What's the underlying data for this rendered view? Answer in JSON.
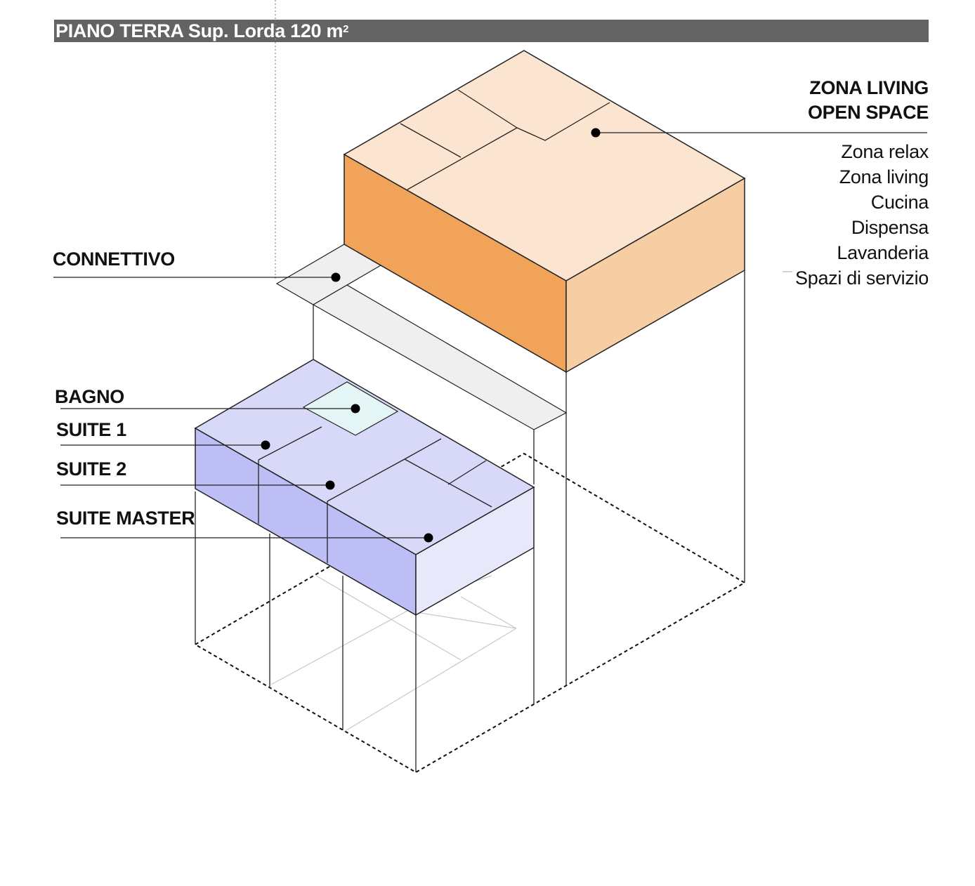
{
  "header": {
    "title": "PIANO TERRA Sup. Lorda 120 m",
    "superscript": "2",
    "color": "#636363"
  },
  "labels": {
    "zona_living_line1": "ZONA LIVING",
    "zona_living_line2": "OPEN SPACE",
    "connettivo": "CONNETTIVO",
    "bagno": "BAGNO",
    "suite1": "SUITE 1",
    "suite2": "SUITE 2",
    "suite_master": "SUITE MASTER"
  },
  "zone_items": [
    "Zona relax",
    "Zona living",
    "Cucina",
    "Dispensa",
    "Lavanderia",
    "Spazi di servizio"
  ],
  "colors": {
    "living_top": "#fbe5d0",
    "living_front": "#f2a35a",
    "living_side": "#f7cda3",
    "connettivo": "#efefef",
    "suite_top": "#d8d8f8",
    "suite_front": "#bebef6",
    "suite_side": "#e8e8fb",
    "bagno": "#e4f5f5"
  }
}
